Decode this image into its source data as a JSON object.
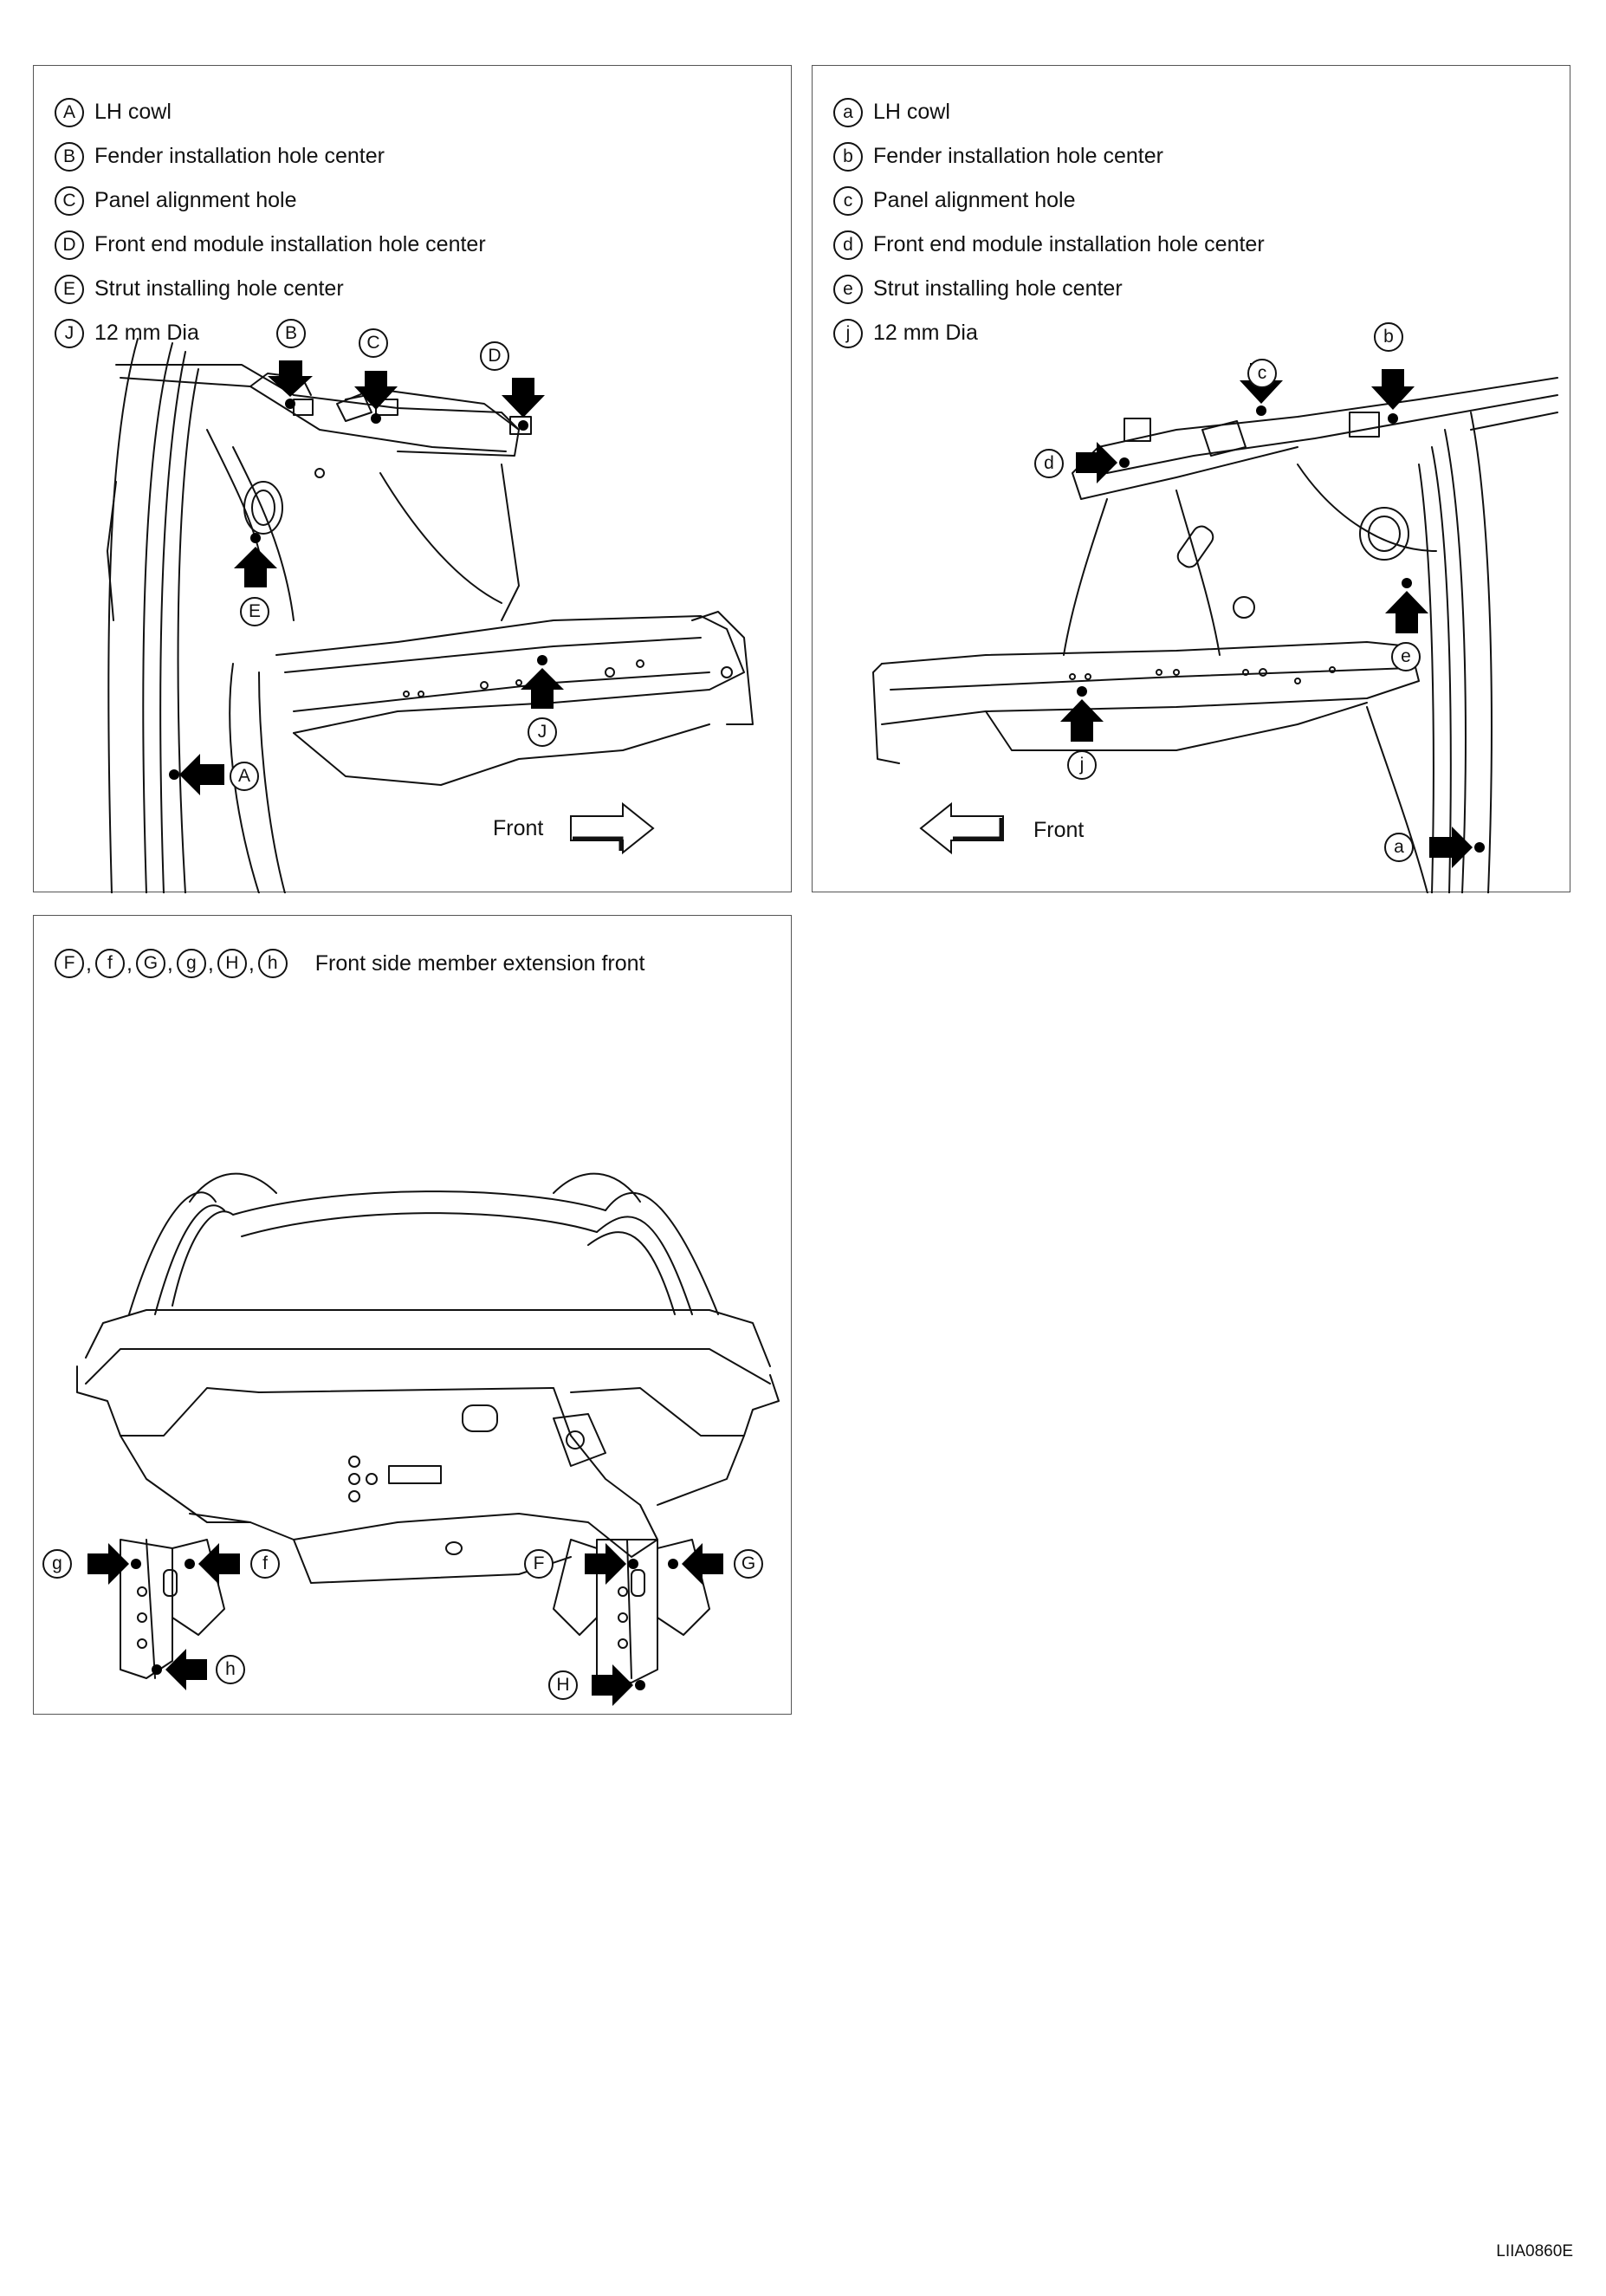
{
  "left_panel": {
    "legend": [
      {
        "letter": "A",
        "text": "LH cowl"
      },
      {
        "letter": "B",
        "text": "Fender installation hole center"
      },
      {
        "letter": "C",
        "text": "Panel alignment hole"
      },
      {
        "letter": "D",
        "text": "Front end module installation hole center"
      },
      {
        "letter": "E",
        "text": "Strut installing hole center"
      },
      {
        "letter": "J",
        "text": "12 mm Dia"
      }
    ],
    "callouts": {
      "a": "A",
      "b": "B",
      "c": "C",
      "d": "D",
      "e": "E",
      "j": "J"
    },
    "front_label": "Front"
  },
  "right_panel": {
    "legend": [
      {
        "letter": "a",
        "text": "LH cowl"
      },
      {
        "letter": "b",
        "text": "Fender installation hole center"
      },
      {
        "letter": "c",
        "text": "Panel alignment hole"
      },
      {
        "letter": "d",
        "text": "Front end module installation hole center"
      },
      {
        "letter": "e",
        "text": "Strut installing hole center"
      },
      {
        "letter": "j",
        "text": "12 mm Dia"
      }
    ],
    "callouts": {
      "a": "a",
      "b": "b",
      "c": "c",
      "d": "d",
      "e": "e",
      "j": "j"
    },
    "front_label": "Front"
  },
  "bottom_panel": {
    "ref_letters": [
      "F",
      "f",
      "G",
      "g",
      "H",
      "h"
    ],
    "ref_text": "Front side member extension front",
    "callouts": {
      "g": "g",
      "f_lower": "f",
      "h_lower": "h",
      "F": "F",
      "G": "G",
      "H": "H"
    }
  },
  "footer_code": "LIIA0860E"
}
